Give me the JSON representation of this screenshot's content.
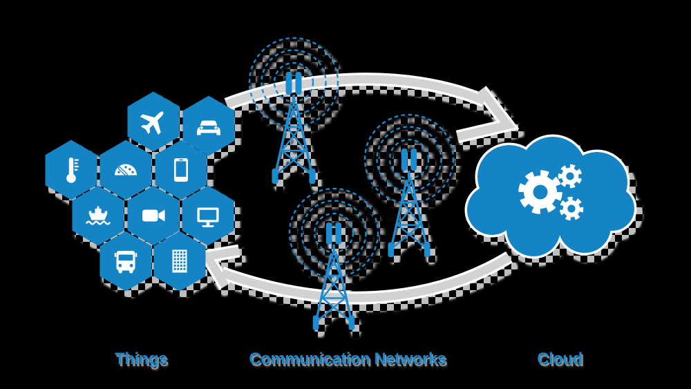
{
  "diagram": {
    "title": "IoT architecture diagram",
    "sections": [
      {
        "id": "things",
        "label": "Things",
        "items": [
          "airplane",
          "car",
          "thermometer",
          "speedometer",
          "smartphone",
          "ship",
          "video-camera",
          "computer-monitor",
          "bus",
          "building"
        ]
      },
      {
        "id": "communication-networks",
        "label": "Communication Networks",
        "items": [
          "cell-tower-1",
          "cell-tower-2",
          "cell-tower-3"
        ],
        "wave_rings_per_tower": 3
      },
      {
        "id": "cloud",
        "label": "Cloud",
        "items": [
          "gear-large",
          "gear-small-top",
          "gear-small-bottom"
        ]
      }
    ],
    "flow": [
      {
        "from": "things",
        "to": "cloud",
        "via": "top-arrow"
      },
      {
        "from": "cloud",
        "to": "things",
        "via": "bottom-arrow"
      }
    ]
  },
  "labels": {
    "things": "Things",
    "networks": "Communication Networks",
    "cloud": "Cloud"
  },
  "colors": {
    "bg": "#000000",
    "accent": "#1584c4",
    "accentLight": "#1b8cd0",
    "icon": "#ffffff",
    "arrow": "#d2d2d2",
    "arrowOutline": "#fdfdfd",
    "checker": "#bdbdbd",
    "label": "#1e88cc",
    "labelShadow": "#8e8e8e"
  }
}
